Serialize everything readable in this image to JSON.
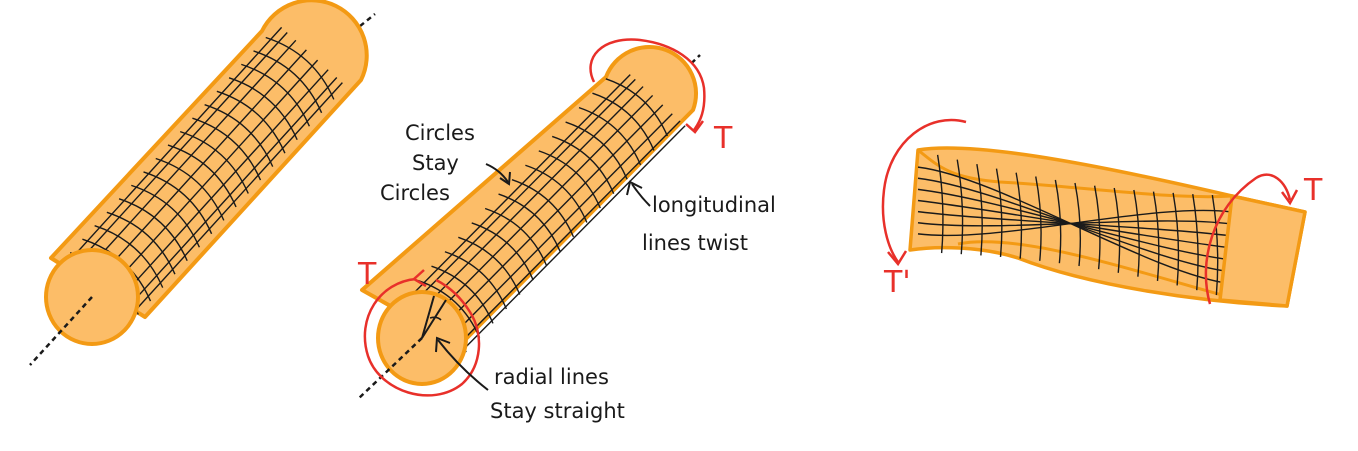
{
  "annotations": {
    "circles_line1": "Circles",
    "circles_line2": "Stay",
    "circles_line3": "Circles",
    "longitudinal_line1": "longitudinal",
    "longitudinal_line2": "lines twist",
    "radial_line1": "radial lines",
    "radial_line2": "Stay straight"
  },
  "torque_labels": {
    "middle_top": "T",
    "middle_left": "T",
    "right_top": "T",
    "right_left": "T'"
  },
  "colors": {
    "fill": "#fcbd68",
    "outline": "#f39a14",
    "grid": "#1a1a1a",
    "torque": "#e8302a"
  }
}
